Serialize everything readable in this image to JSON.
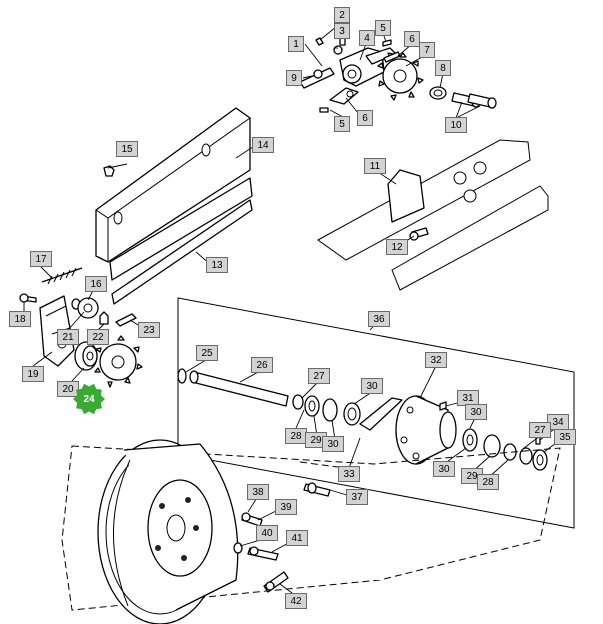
{
  "diagram": {
    "callouts": [
      {
        "id": "c1",
        "label": "1"
      },
      {
        "id": "c2",
        "label": "2"
      },
      {
        "id": "c3",
        "label": "3"
      },
      {
        "id": "c4",
        "label": "4"
      },
      {
        "id": "c5a",
        "label": "5"
      },
      {
        "id": "c6a",
        "label": "6"
      },
      {
        "id": "c7",
        "label": "7"
      },
      {
        "id": "c8",
        "label": "8"
      },
      {
        "id": "c9",
        "label": "9"
      },
      {
        "id": "c10",
        "label": "10"
      },
      {
        "id": "c5b",
        "label": "5"
      },
      {
        "id": "c6b",
        "label": "6"
      },
      {
        "id": "c11",
        "label": "11"
      },
      {
        "id": "c12",
        "label": "12"
      },
      {
        "id": "c13",
        "label": "13"
      },
      {
        "id": "c14",
        "label": "14"
      },
      {
        "id": "c15",
        "label": "15"
      },
      {
        "id": "c16",
        "label": "16"
      },
      {
        "id": "c17",
        "label": "17"
      },
      {
        "id": "c18",
        "label": "18"
      },
      {
        "id": "c19",
        "label": "19"
      },
      {
        "id": "c20",
        "label": "20"
      },
      {
        "id": "c21",
        "label": "21"
      },
      {
        "id": "c22",
        "label": "22"
      },
      {
        "id": "c23",
        "label": "23"
      },
      {
        "id": "c24",
        "label": "24",
        "highlighted": true
      },
      {
        "id": "c25",
        "label": "25"
      },
      {
        "id": "c26",
        "label": "26"
      },
      {
        "id": "c27a",
        "label": "27"
      },
      {
        "id": "c28a",
        "label": "28"
      },
      {
        "id": "c29a",
        "label": "29"
      },
      {
        "id": "c30a",
        "label": "30"
      },
      {
        "id": "c30b",
        "label": "30"
      },
      {
        "id": "c31",
        "label": "31"
      },
      {
        "id": "c32",
        "label": "32"
      },
      {
        "id": "c30c",
        "label": "30"
      },
      {
        "id": "c30d",
        "label": "30"
      },
      {
        "id": "c33",
        "label": "33"
      },
      {
        "id": "c34",
        "label": "34"
      },
      {
        "id": "c27b",
        "label": "27"
      },
      {
        "id": "c35",
        "label": "35"
      },
      {
        "id": "c29b",
        "label": "29"
      },
      {
        "id": "c28b",
        "label": "28"
      },
      {
        "id": "c36",
        "label": "36"
      },
      {
        "id": "c37",
        "label": "37"
      },
      {
        "id": "c38",
        "label": "38"
      },
      {
        "id": "c39",
        "label": "39"
      },
      {
        "id": "c40",
        "label": "40"
      },
      {
        "id": "c41",
        "label": "41"
      },
      {
        "id": "c42",
        "label": "42"
      }
    ],
    "colors": {
      "callout_fill": "#d3d3d3",
      "callout_border": "#6a6a6a",
      "highlight": "#3aaa35",
      "line": "#000000"
    }
  }
}
